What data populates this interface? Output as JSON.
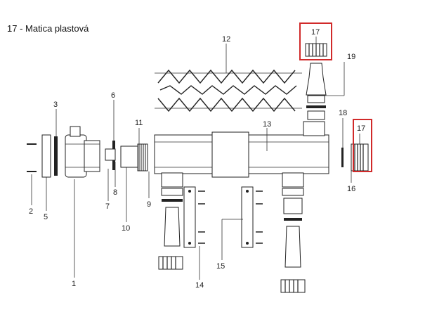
{
  "caption": "17 - Matica plastová",
  "labels": {
    "p1": "1",
    "p2": "2",
    "p3": "3",
    "p5": "5",
    "p6": "6",
    "p7": "7",
    "p8": "8",
    "p9": "9",
    "p10": "10",
    "p11": "11",
    "p12": "12",
    "p13": "13",
    "p14": "14",
    "p15": "15",
    "p16": "16",
    "p17a": "17",
    "p17b": "17",
    "p18": "18",
    "p19": "19"
  },
  "highlight_color": "#d12a2a"
}
